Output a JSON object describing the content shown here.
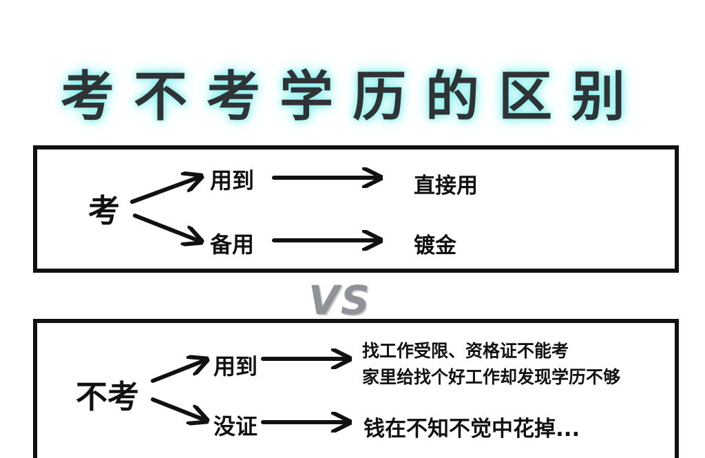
{
  "title": "考不考学历的区别",
  "vs": "VS",
  "panel_take": {
    "root": "考",
    "branch1": {
      "label": "用到",
      "result": "直接用"
    },
    "branch2": {
      "label": "备用",
      "result": "镀金"
    }
  },
  "panel_no_take": {
    "root": "不考",
    "branch1": {
      "label": "用到",
      "result_line1": "找工作受限、资格证不能考",
      "result_line2": "家里给找个好工作却发现学历不够"
    },
    "branch2": {
      "label": "没证",
      "result": "钱在不知不觉中花掉..."
    }
  }
}
